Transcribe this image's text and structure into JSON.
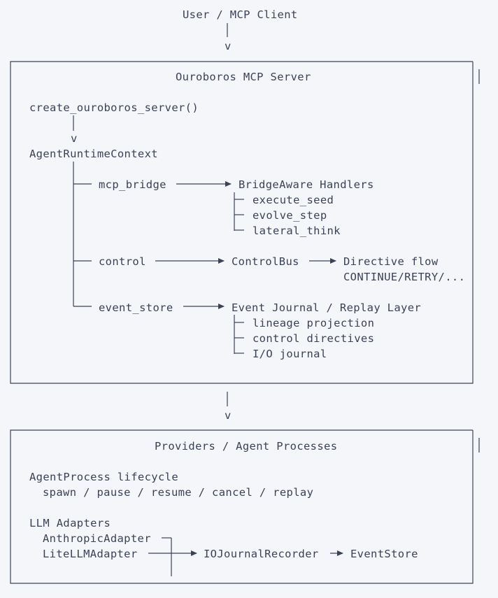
{
  "top_label": "User / MCP Client",
  "arrow_glyph": "v",
  "server": {
    "title": "Ouroboros MCP Server",
    "factory": "create_ouroboros_server()",
    "context": "AgentRuntimeContext",
    "mcp_bridge": {
      "label": "mcp_bridge",
      "target": "BridgeAware Handlers",
      "children": [
        "execute_seed",
        "evolve_step",
        "lateral_think"
      ]
    },
    "control": {
      "label": "control",
      "target": "ControlBus",
      "flow": "Directive flow",
      "flow_values": "CONTINUE/RETRY/..."
    },
    "event_store": {
      "label": "event_store",
      "target": "Event Journal / Replay Layer",
      "children": [
        "lineage projection",
        "control directives",
        "I/O journal"
      ]
    }
  },
  "providers": {
    "title": "Providers / Agent Processes",
    "lifecycle_heading": "AgentProcess lifecycle",
    "lifecycle_ops": "spawn / pause / resume / cancel / replay",
    "adapters_heading": "LLM Adapters",
    "adapters": [
      "AnthropicAdapter",
      "LiteLLMAdapter"
    ],
    "recorder": "IOJournalRecorder",
    "store": "EventStore"
  }
}
